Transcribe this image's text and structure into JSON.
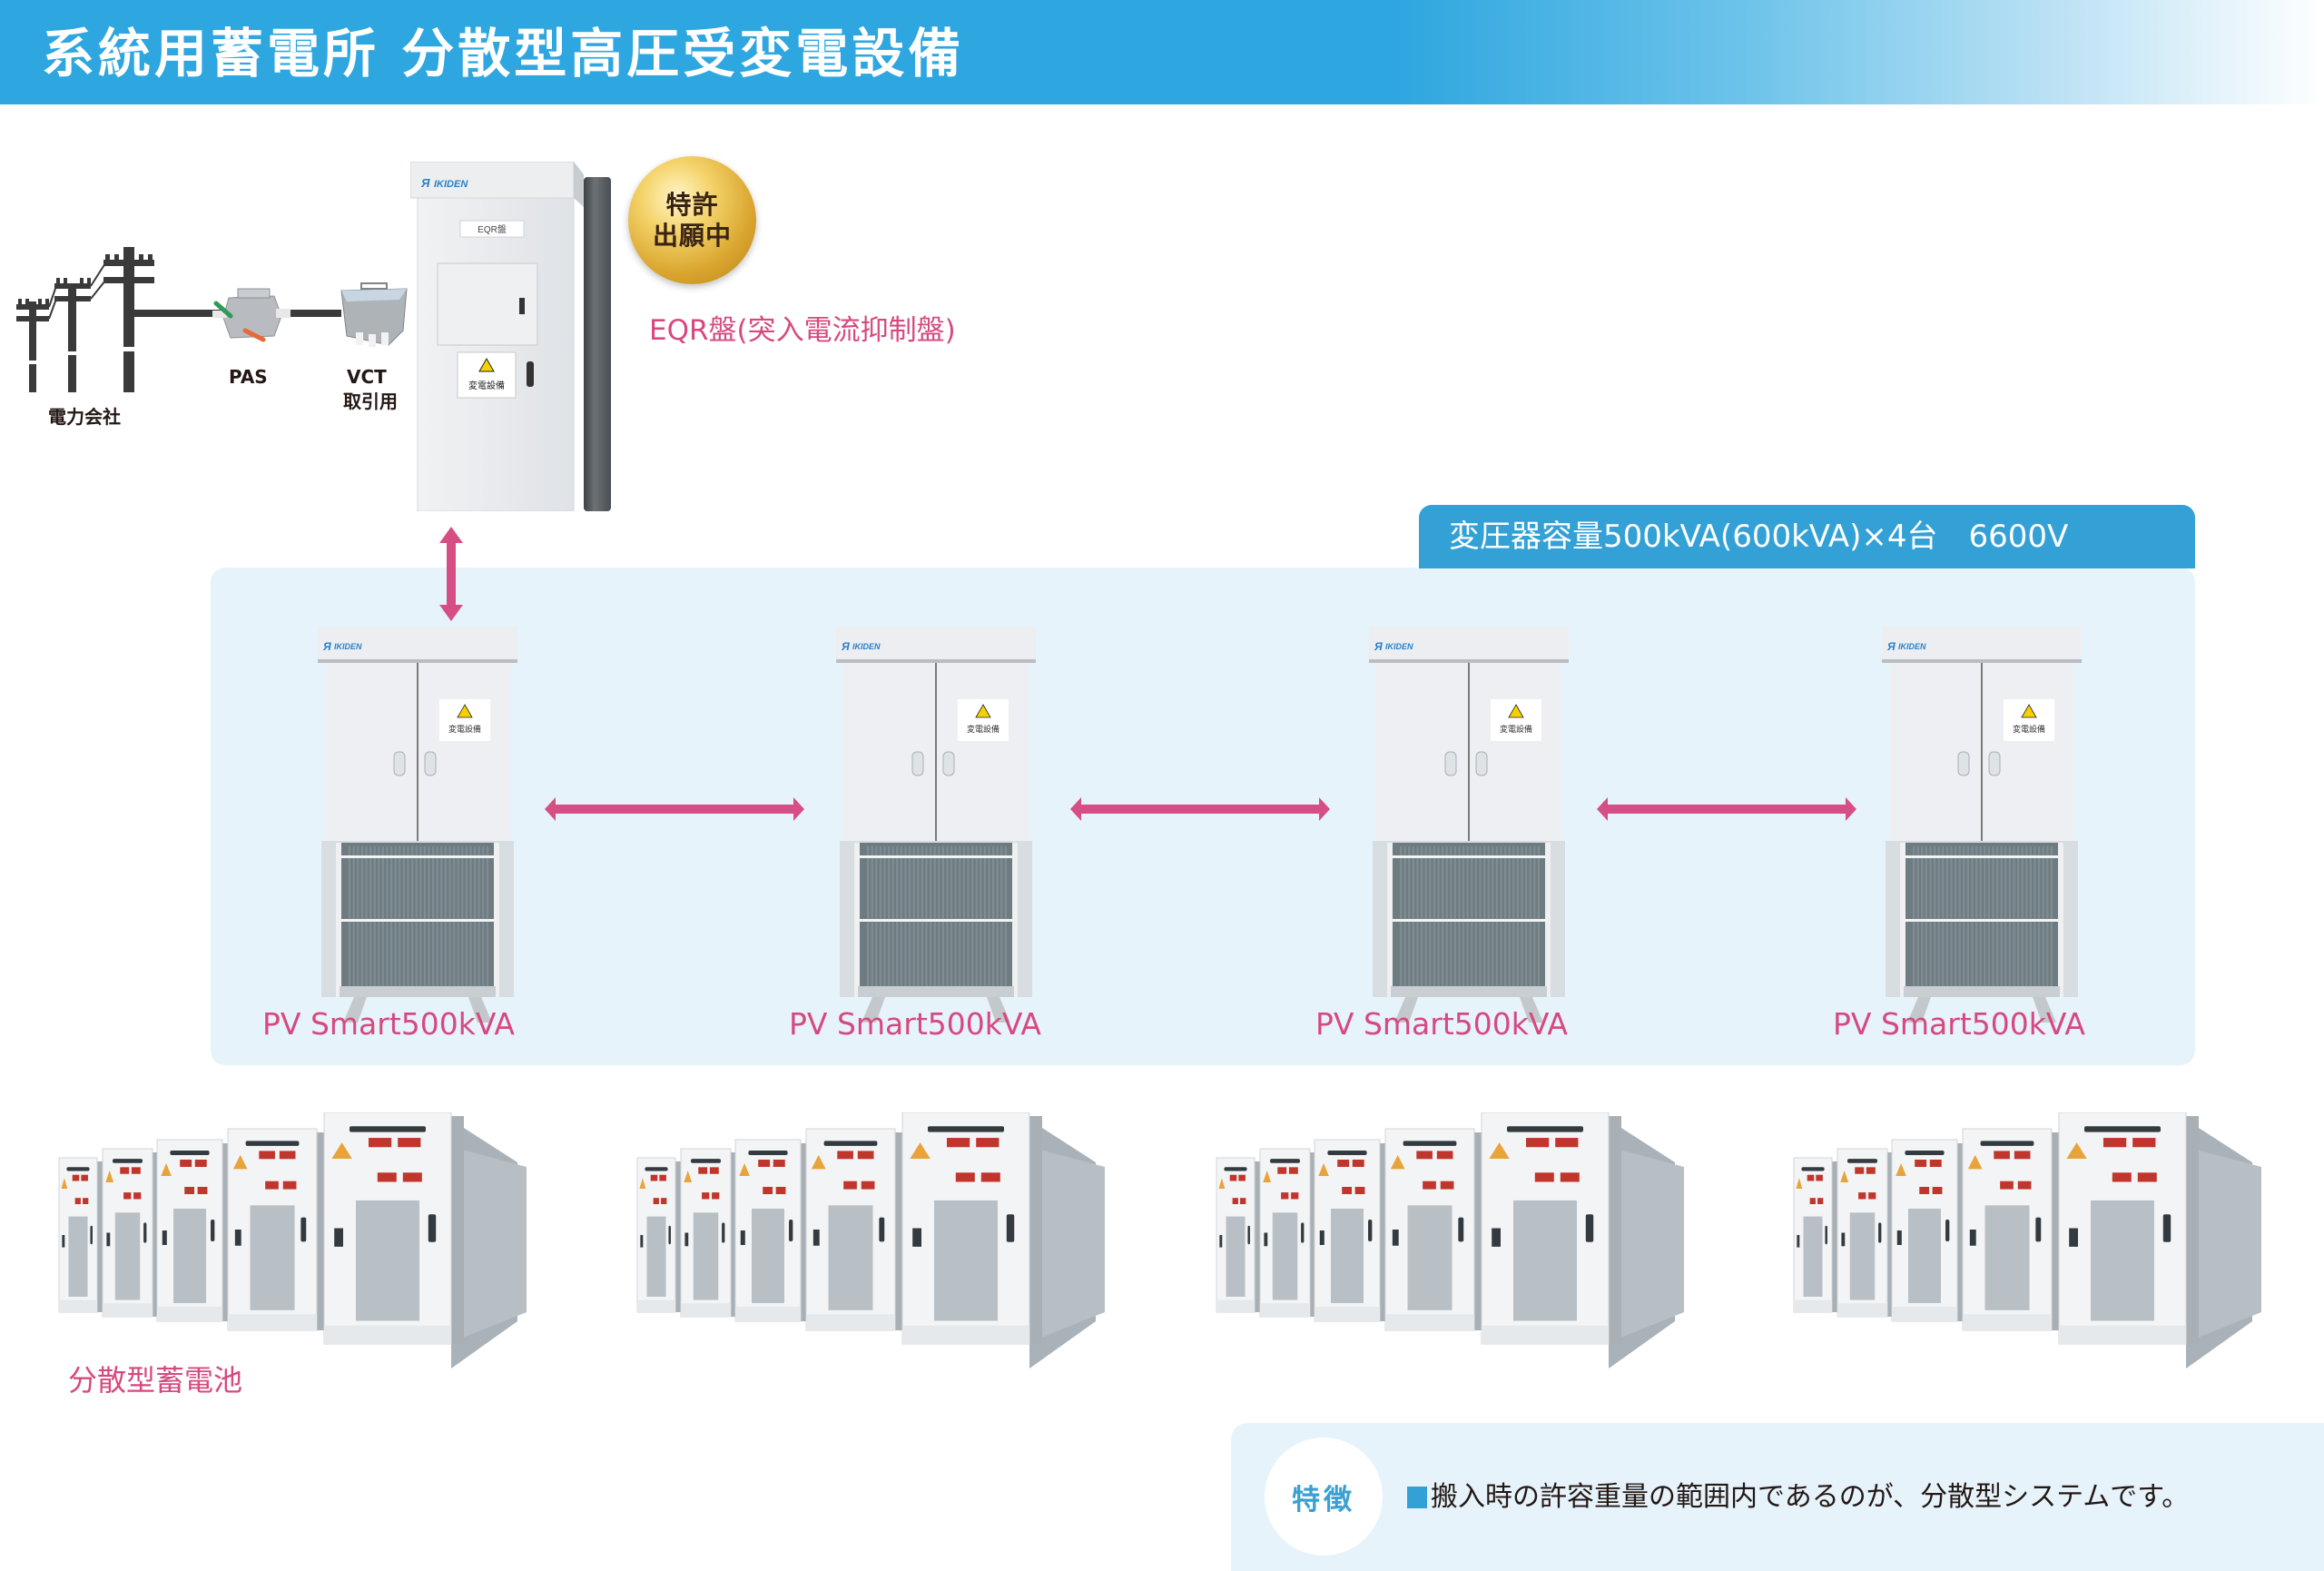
{
  "header": {
    "title": "系統用蓄電所 分散型高圧受変電設備",
    "gradient_color": "#2ea6df"
  },
  "grid_connection": {
    "power_company_label": "電力会社",
    "pas_label": "PAS",
    "vct_label_line1": "VCT",
    "vct_label_line2": "取引用"
  },
  "eqr": {
    "brand": "IKIDEN",
    "nameplate": "EQR盤",
    "warning_sign": "変電設備",
    "patent_badge_line1": "特許",
    "patent_badge_line2": "出願中",
    "label": "EQR盤(突入電流抑制盤)"
  },
  "transformers": {
    "capacity_badge": "変圧器容量500kVA(600kVA)×4台　6600V",
    "units": [
      {
        "label": "PV Smart500kVA",
        "brand": "IKIDEN",
        "sign": "変電設備"
      },
      {
        "label": "PV Smart500kVA",
        "brand": "IKIDEN",
        "sign": "変電設備"
      },
      {
        "label": "PV Smart500kVA",
        "brand": "IKIDEN",
        "sign": "変電設備"
      },
      {
        "label": "PV Smart500kVA",
        "brand": "IKIDEN",
        "sign": "変電設備"
      }
    ]
  },
  "batteries": {
    "label": "分散型蓄電池",
    "group_count": 4
  },
  "feature": {
    "heading": "特徴",
    "text": "搬入時の許容重量の範囲内であるのが、分散型システムです。"
  },
  "colors": {
    "accent_blue": "#33a1d5",
    "label_pink": "#d6497f",
    "arrow_pink": "#d54f84",
    "panel_bg": "#e7f3fa"
  }
}
